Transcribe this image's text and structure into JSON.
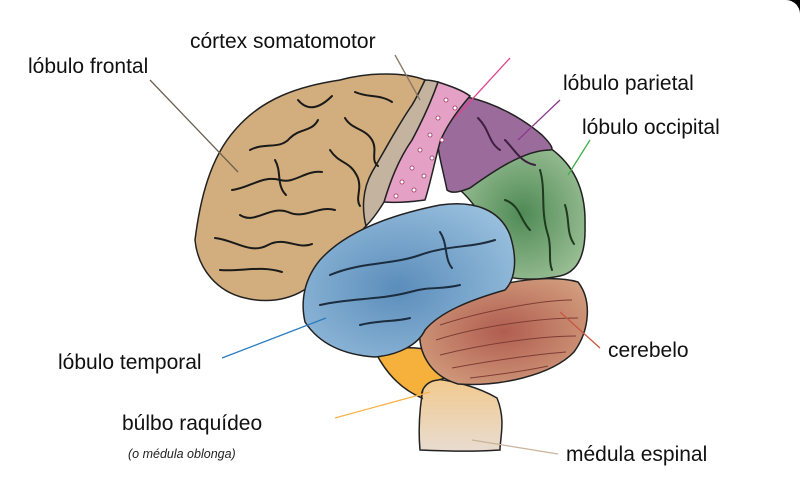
{
  "labels": {
    "frontal": "lóbulo frontal",
    "somatomotor": "córtex somatomotor",
    "parietal": "lóbulo parietal",
    "occipital": "lóbulo occipital",
    "temporal": "lóbulo temporal",
    "cerebelo": "cerebelo",
    "bulbo": "búlbo raquídeo",
    "bulbo_sub": "(o médula oblonga)",
    "medula": "médula espinal"
  },
  "colors": {
    "frontal": "#d2ad7d",
    "somatomotor": "#c4b39e",
    "sensory": "#e4a1c5",
    "parietal": "#9b6b9c",
    "occipital": "#6a9a63",
    "temporal": "#79a5c9",
    "cerebelo": "#b46f5f",
    "bulbo": "#f6b13d",
    "medula": "#e6d5c2",
    "line_frontal": "#6d6252",
    "line_somato": "#8a7666",
    "line_sensory": "#e0458f",
    "line_parietal": "#8a3a8c",
    "line_occipital": "#3fae4a",
    "line_temporal": "#2a7bc0",
    "line_cerebelo": "#c45a40",
    "line_bulbo": "#f7b24a",
    "line_medula": "#c9b39a"
  }
}
